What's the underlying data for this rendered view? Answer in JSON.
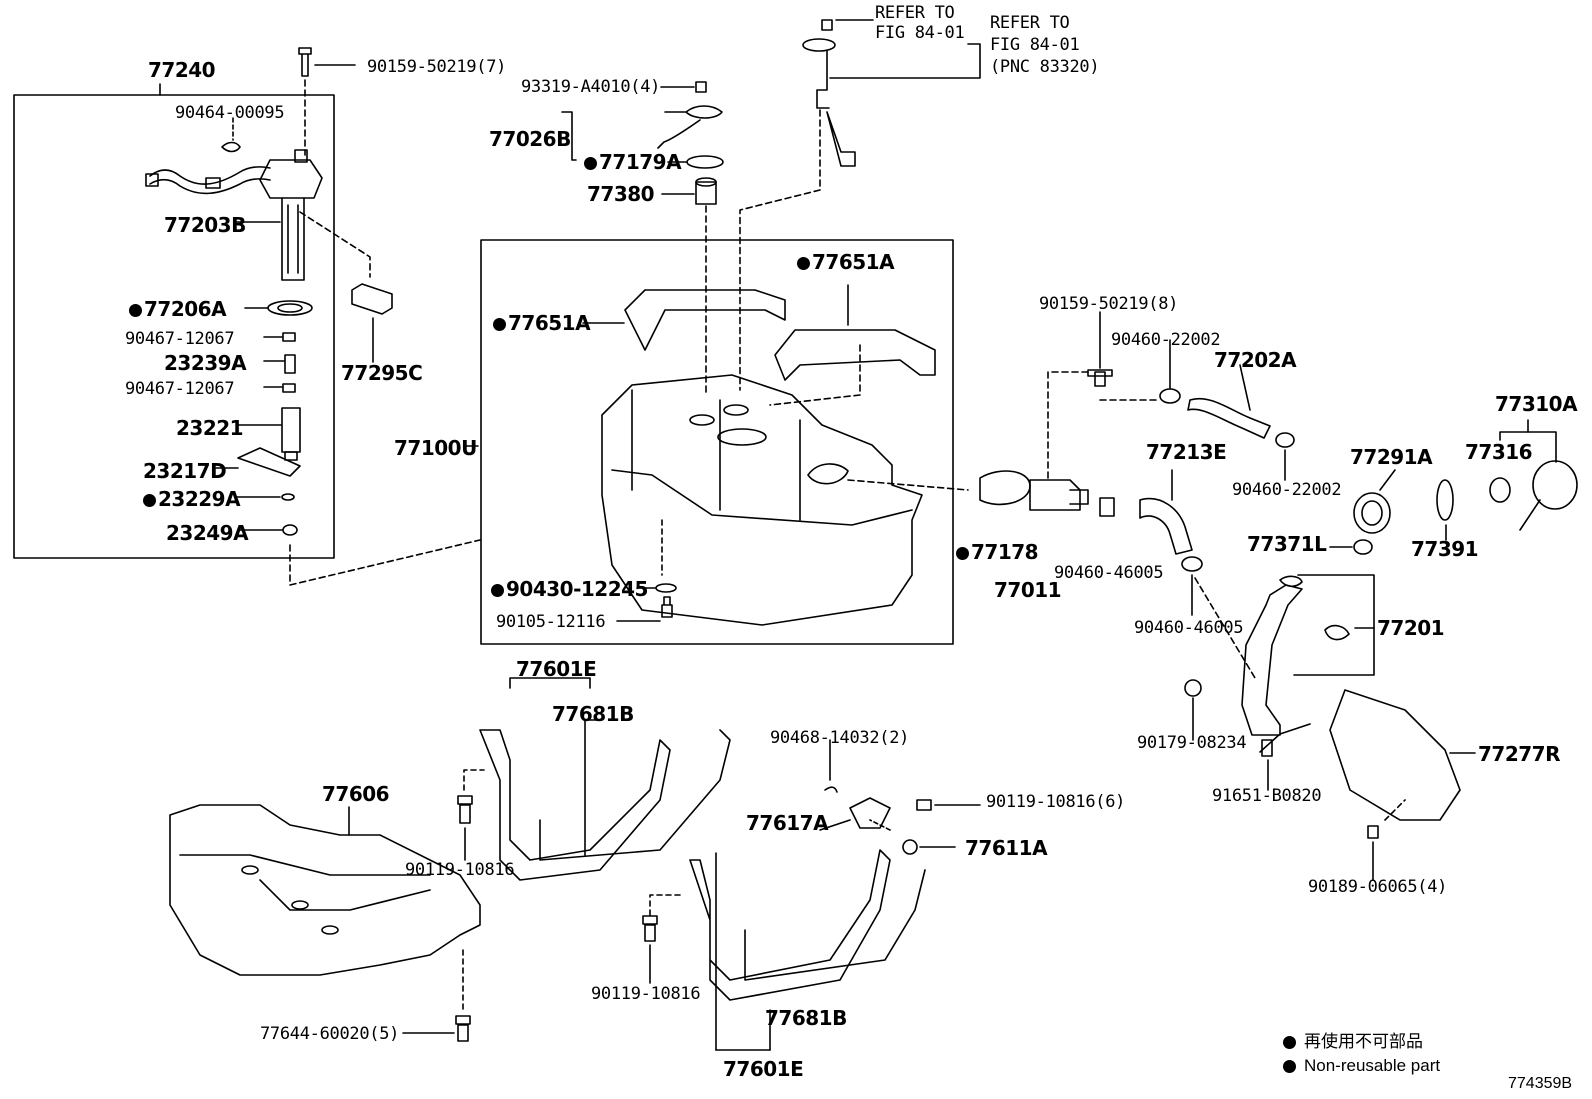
{
  "labels": {
    "p77240": "77240",
    "p90159_50219_7": "90159-50219(7)",
    "p90464_00095": "90464-00095",
    "p77203B": "77203B",
    "p77206A": "77206A",
    "p90467_12067_a": "90467-12067",
    "p23239A": "23239A",
    "p90467_12067_b": "90467-12067",
    "p23221": "23221",
    "p23217D": "23217D",
    "p23229A": "23229A",
    "p23249A": "23249A",
    "p77295C": "77295C",
    "p93319_A4010": "93319-A4010(4)",
    "p77026B": "77026B",
    "p77179A": "77179A",
    "p77380": "77380",
    "refer1_line1": "REFER TO",
    "refer1_line2": "FIG 84-01",
    "refer2_line1": "REFER TO",
    "refer2_line2": "FIG 84-01",
    "refer2_line3": "(PNC 83320)",
    "p77651A_right": "77651A",
    "p77651A_left": "77651A",
    "p77100U": "77100U",
    "p90430_12245": "90430-12245",
    "p90105_12116": "90105-12116",
    "p90159_50219_8": "90159-50219(8)",
    "p90460_22002_a": "90460-22002",
    "p77202A": "77202A",
    "p90460_22002_b": "90460-22002",
    "p77310A": "77310A",
    "p77213E": "77213E",
    "p77291A": "77291A",
    "p77316": "77316",
    "p77371L": "77371L",
    "p77391": "77391",
    "p77178": "77178",
    "p77011": "77011",
    "p90460_46005_a": "90460-46005",
    "p90460_46005_b": "90460-46005",
    "p77201": "77201",
    "p90179_08234": "90179-08234",
    "p91651_B0820": "91651-B0820",
    "p77277R": "77277R",
    "p90189_06065": "90189-06065(4)",
    "p77601E_top": "77601E",
    "p77681B_top": "77681B",
    "p77606": "77606",
    "p90119_10816_a": "90119-10816",
    "p90468_14032": "90468-14032(2)",
    "p90119_10816_6": "90119-10816(6)",
    "p77617A": "77617A",
    "p77611A": "77611A",
    "p90119_10816_b": "90119-10816",
    "p77681B_bottom": "77681B",
    "p77644_60020": "77644-60020(5)",
    "p77601E_bottom": "77601E"
  },
  "legend": {
    "japanese": "再使用不可部品",
    "english": "Non-reusable part"
  },
  "figure_id": "774359B"
}
